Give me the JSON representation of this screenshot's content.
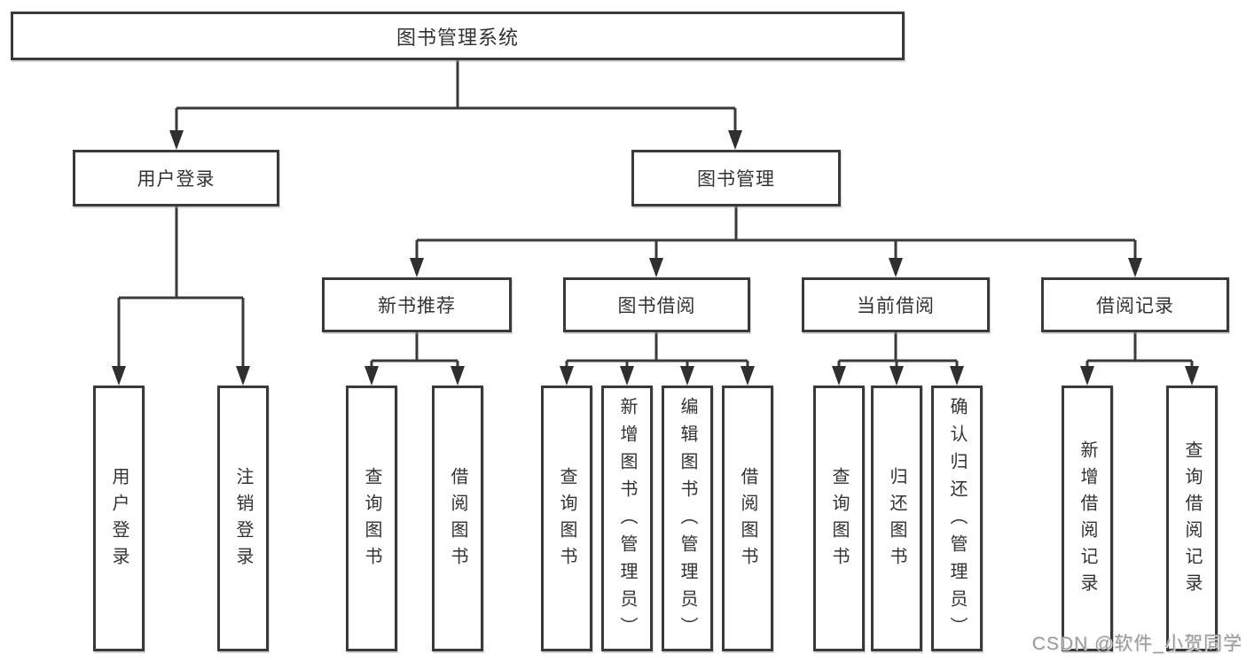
{
  "watermark": "CSDN @软件_小贺同学",
  "colors": {
    "line": "#3a3a3a",
    "box_border": "#3a3a3a",
    "text": "#333333",
    "background": "#ffffff",
    "watermark": "#9b9b9b"
  },
  "tree": {
    "root": {
      "label": "图书管理系统"
    },
    "children": [
      {
        "label": "用户登录",
        "children": [
          {
            "label": "用户登录"
          },
          {
            "label": "注销登录"
          }
        ]
      },
      {
        "label": "图书管理",
        "children": [
          {
            "label": "新书推荐",
            "children": [
              {
                "label": "查询图书"
              },
              {
                "label": "借阅图书"
              }
            ]
          },
          {
            "label": "图书借阅",
            "children": [
              {
                "label": "查询图书"
              },
              {
                "label": "新增图书（管理员）"
              },
              {
                "label": "编辑图书（管理员）"
              },
              {
                "label": "借阅图书"
              }
            ]
          },
          {
            "label": "当前借阅",
            "children": [
              {
                "label": "查询图书"
              },
              {
                "label": "归还图书"
              },
              {
                "label": "确认归还（管理员）"
              }
            ]
          },
          {
            "label": "借阅记录",
            "children": [
              {
                "label": "新增借阅记录"
              },
              {
                "label": "查询借阅记录"
              }
            ]
          }
        ]
      }
    ]
  }
}
